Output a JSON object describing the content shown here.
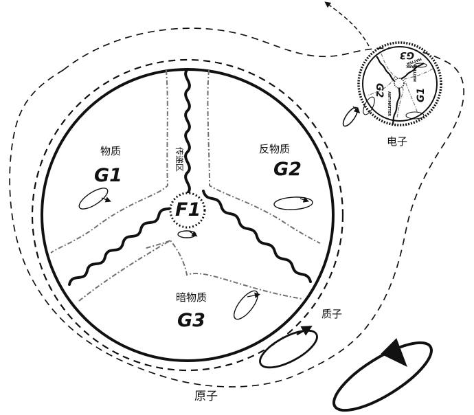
{
  "labels": {
    "matter": "物质",
    "antimatter": "反物质",
    "dark_matter": "暗物质",
    "transfer_zone": "传递区",
    "g1": "G1",
    "g2": "G2",
    "g3": "G3",
    "f1": "F1",
    "electron": "电子",
    "proton": "质子",
    "atom": "原子",
    "mini_matter": "MATTER",
    "mini_antimatter": "ANTIMATTER",
    "mini_dark": "DARK",
    "mini_dark_matter": "MATTER"
  },
  "colors": {
    "ink": "#111111",
    "zone": "#6a6a6a",
    "background": "#ffffff"
  }
}
